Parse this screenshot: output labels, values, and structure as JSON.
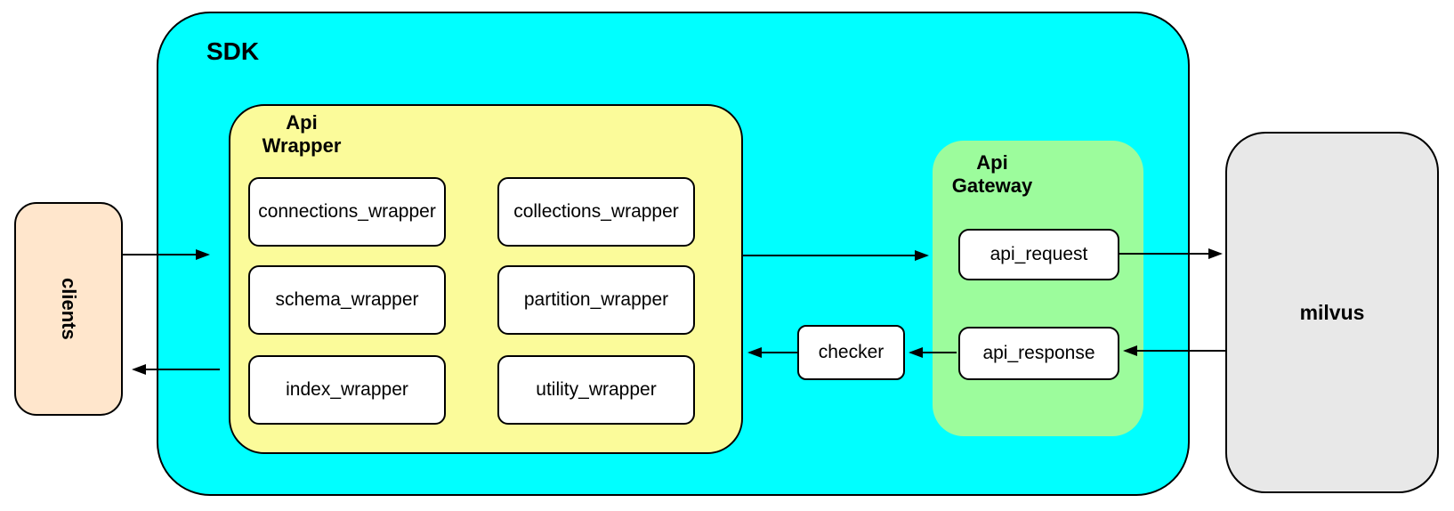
{
  "colors": {
    "sdk_fill": "#00ffff",
    "api_wrapper_fill": "#fbfb9a",
    "api_gateway_fill": "#9cfc9c",
    "clients_fill": "#ffe6cc",
    "milvus_fill": "#e8e8e8",
    "module_fill": "#ffffff",
    "checker_fill": "#ffffff",
    "connector": "#000000"
  },
  "nodes": {
    "clients": {
      "label": "clients"
    },
    "sdk": {
      "label": "SDK"
    },
    "api_wrapper": {
      "label": "Api Wrapper",
      "modules": [
        "connections_wrapper",
        "collections_wrapper",
        "schema_wrapper",
        "partition_wrapper",
        "index_wrapper",
        "utility_wrapper"
      ]
    },
    "checker": {
      "label": "checker"
    },
    "api_gateway": {
      "label": "Api Gateway",
      "request": "api_request",
      "response": "api_response"
    },
    "milvus": {
      "label": "milvus"
    }
  }
}
